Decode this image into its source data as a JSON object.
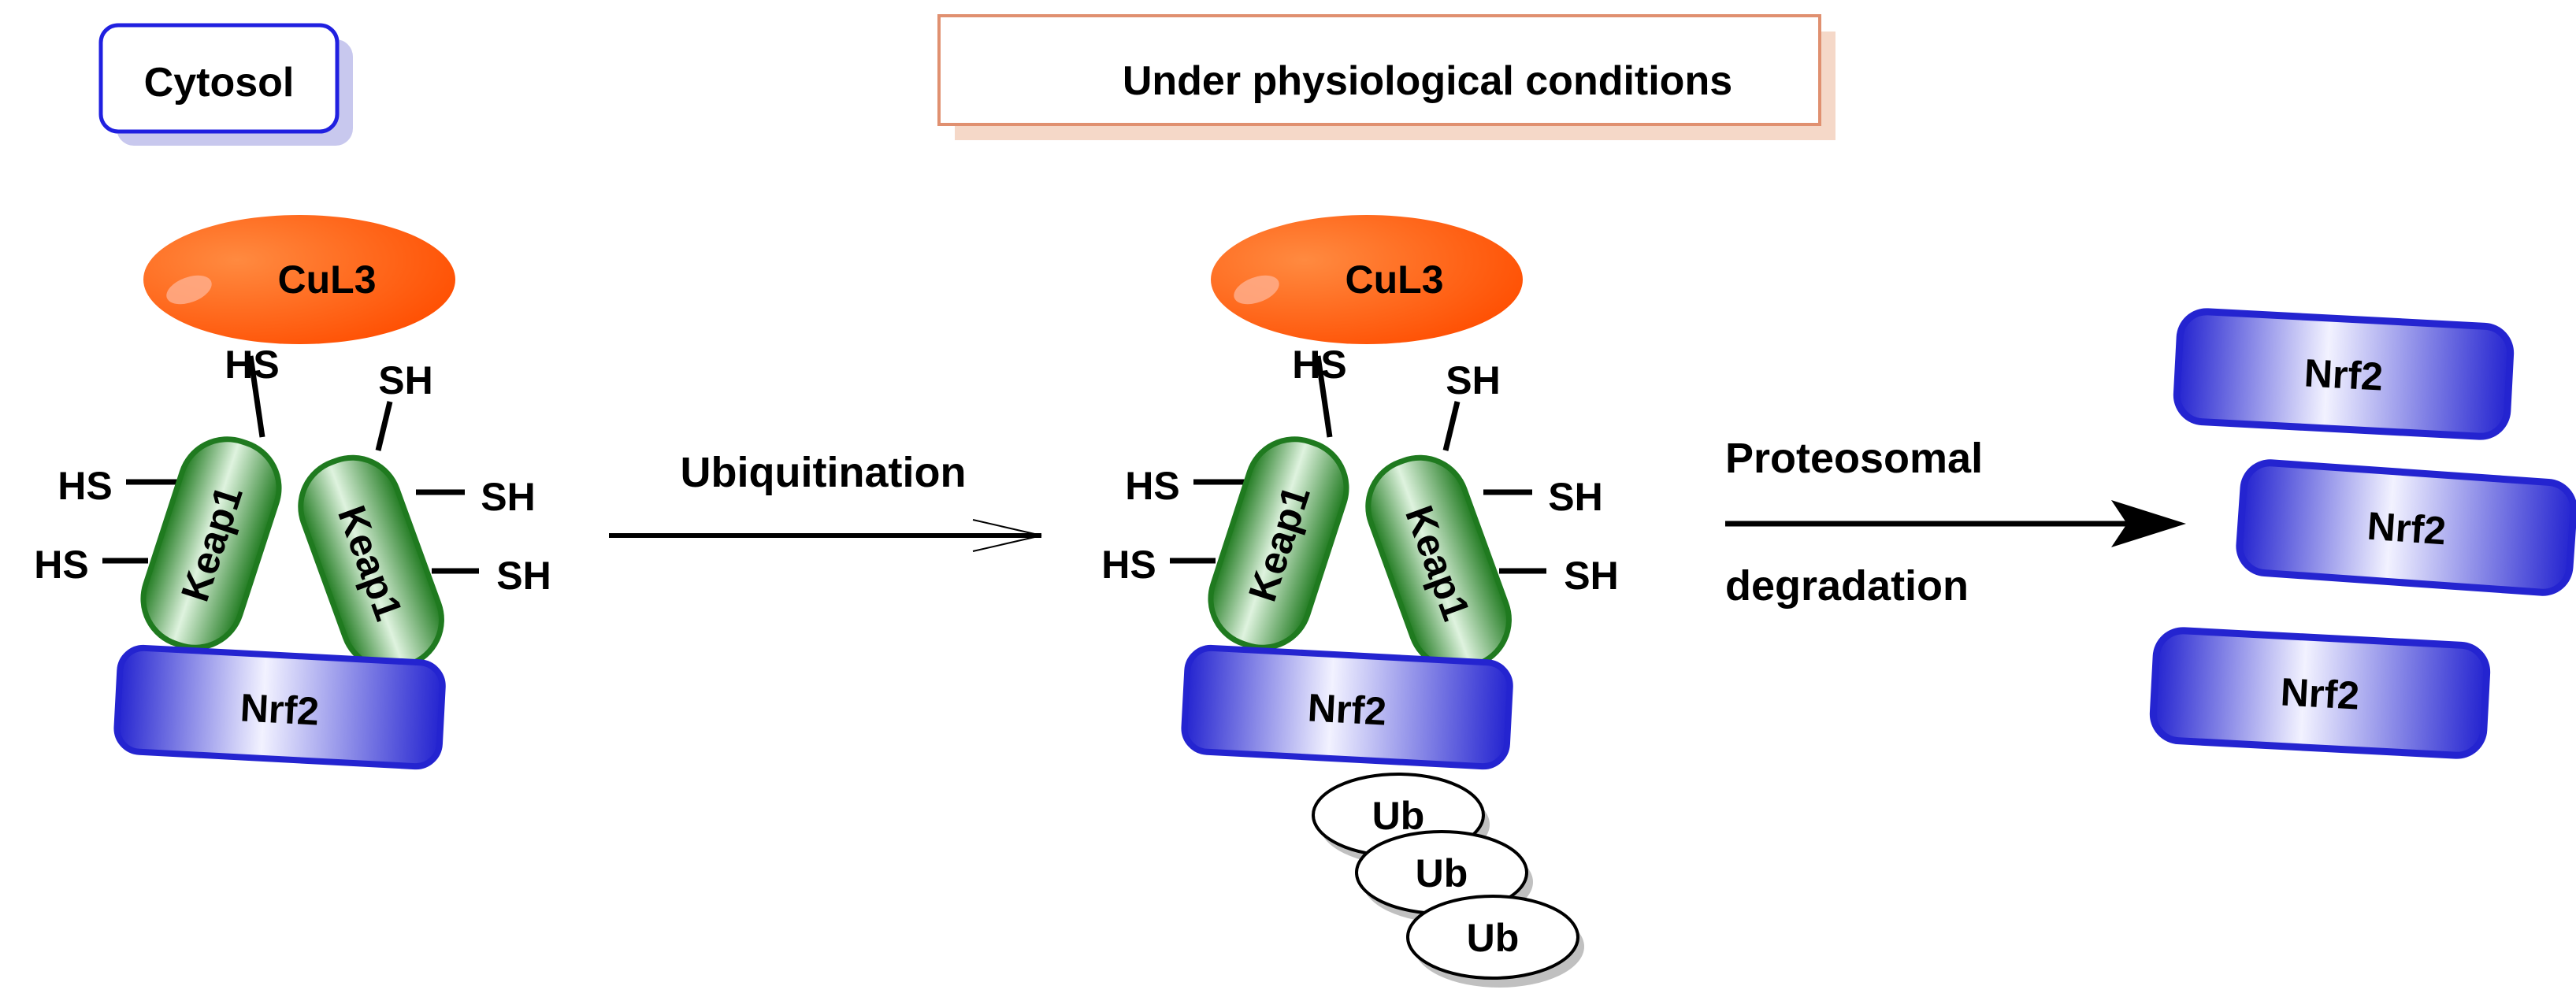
{
  "labels": {
    "cytosol": "Cytosol",
    "header": "Under physiological conditions",
    "cul3": "CuL3",
    "keap1": "Keap1",
    "nrf2": "Nrf2",
    "hs": "HS",
    "sh": "SH",
    "ub": "Ub",
    "ubiquitination": "Ubiquitination",
    "proteosomal": "Proteosomal",
    "degradation": "degradation"
  },
  "colors": {
    "cul3": "#ff5a00",
    "keap1": "#2e9a2e",
    "nrf2": "#2b2bd6",
    "cytosol_border": "#2020e0",
    "header_border": "#e09070"
  }
}
